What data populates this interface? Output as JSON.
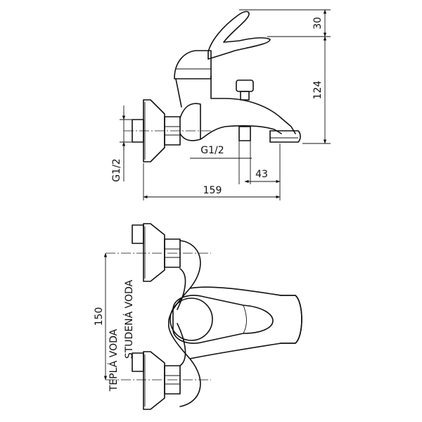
{
  "dimensions": {
    "lever_height": "30",
    "total_height": "124",
    "inlet_thread_side": "G1/2",
    "outlet_thread": "G1/2",
    "outlet_offset": "43",
    "total_depth": "159",
    "inlet_spacing": "150"
  },
  "labels": {
    "cold_water": "STUDENÁ VODA",
    "hot_water": "TEPLÁ VODA"
  }
}
